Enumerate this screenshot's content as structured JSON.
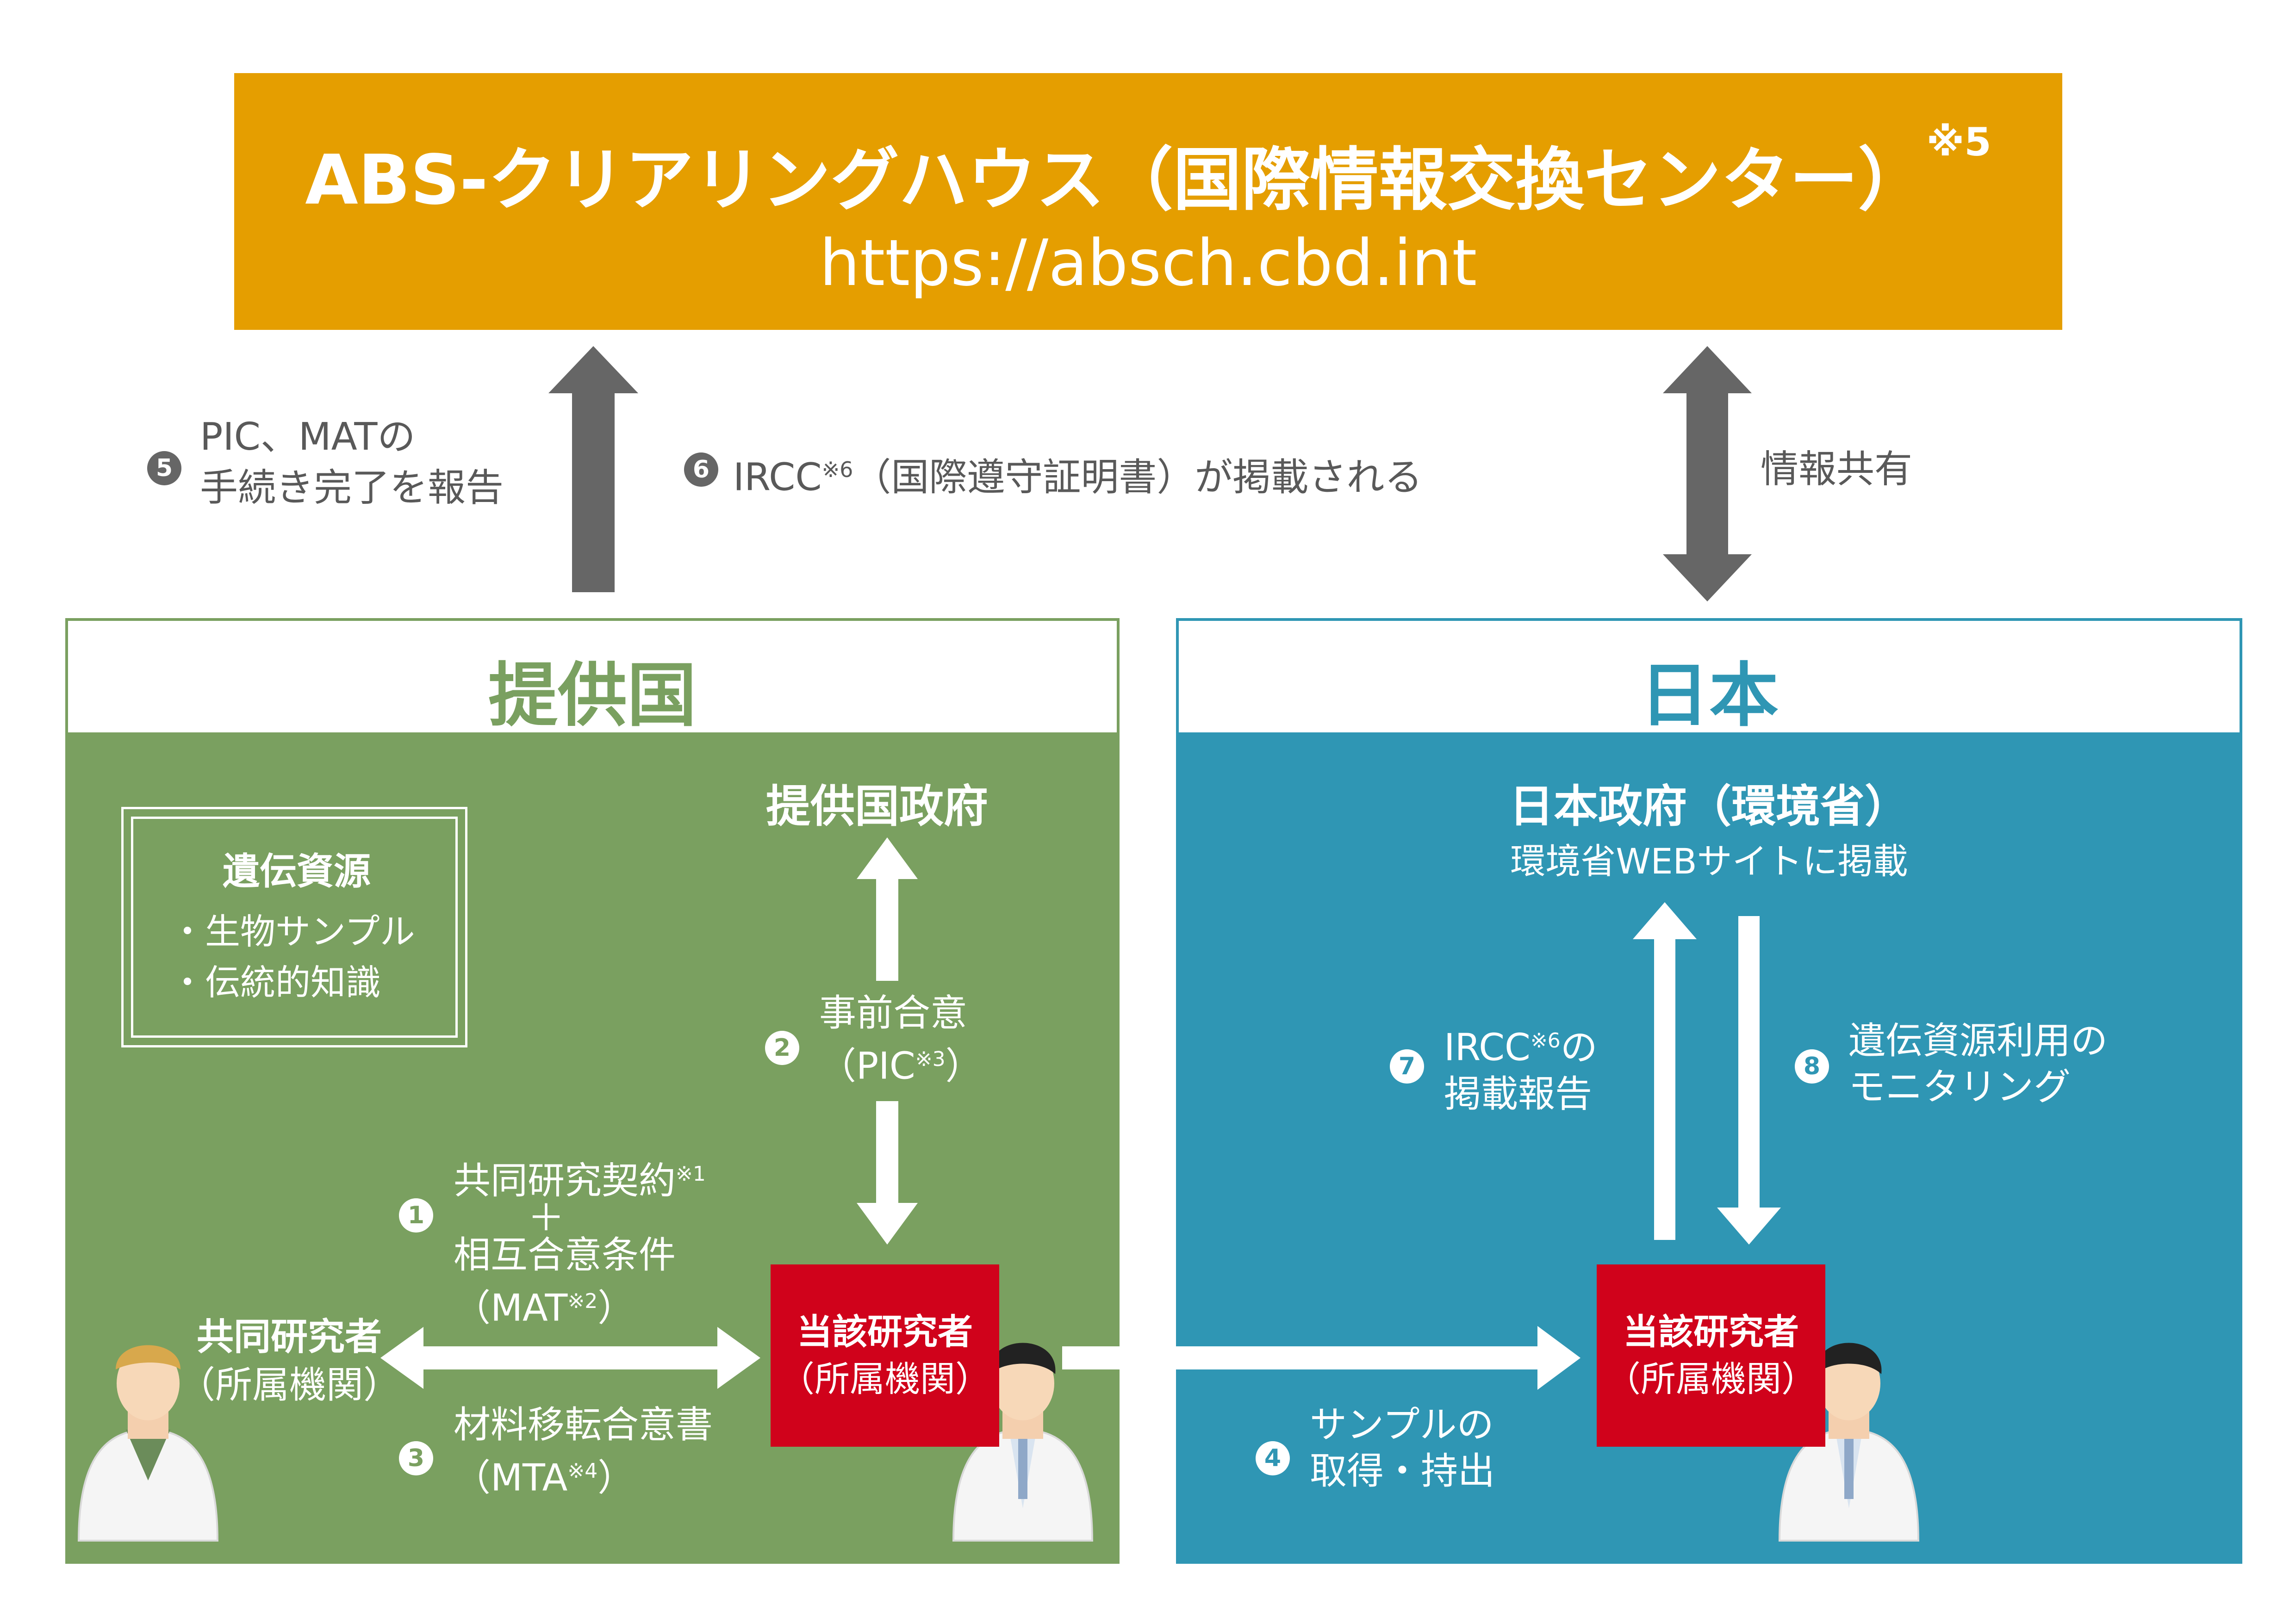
{
  "banner": {
    "title": "ABS-クリアリングハウス（国際情報交換センター）",
    "title_note": "※5",
    "url": "https://absch.cbd.int"
  },
  "top_labels": {
    "step5_badge": "5",
    "step5_line1": "PIC、MATの",
    "step5_line2": "手続き完了を報告",
    "step6_badge": "6",
    "step6_pre": "IRCC",
    "step6_note": "※6",
    "step6_post": "（国際遵守証明書）が掲載される",
    "share": "情報共有"
  },
  "left_panel": {
    "title": "提供国",
    "government": "提供国政府",
    "resources_title": "遺伝資源",
    "resources_items": [
      "・生物サンプル",
      "・伝統的知識"
    ],
    "step2_badge": "2",
    "step2_line1": "事前合意",
    "step2_line2_pre": "（PIC",
    "step2_line2_note": "※3",
    "step2_line2_post": "）",
    "step1_badge": "1",
    "step1_line1": "共同研究契約",
    "step1_line1_note": "※1",
    "step1_plus": "＋",
    "step1_line2": "相互合意条件",
    "step1_line3_pre": "（MAT",
    "step1_line3_note": "※2",
    "step1_line3_post": "）",
    "step3_badge": "3",
    "step3_line1": "材料移転合意書",
    "step3_line2_pre": "（MTA",
    "step3_line2_note": "※4",
    "step3_line2_post": "）",
    "collaborator_line1": "共同研究者",
    "collaborator_line2": "（所属機関）",
    "researcher_line1": "当該研究者",
    "researcher_line2": "（所属機関）"
  },
  "right_panel": {
    "title": "日本",
    "government": "日本政府（環境省）",
    "government_sub": "環境省WEBサイトに掲載",
    "step7_badge": "7",
    "step7_line1_pre": "IRCC",
    "step7_line1_note": "※6",
    "step7_line1_post": "の",
    "step7_line2": "掲載報告",
    "step8_badge": "8",
    "step8_line1": "遺伝資源利用の",
    "step8_line2": "モニタリング",
    "step4_badge": "4",
    "step4_line1": "サンプルの",
    "step4_line2": "取得・持出",
    "researcher_line1": "当該研究者",
    "researcher_line2": "（所属機関）"
  },
  "colors": {
    "banner": "#e59e00",
    "provider_green": "#7aa060",
    "japan_blue": "#2f96b4",
    "researcher_red": "#d0021b",
    "arrow_gray": "#666666"
  }
}
